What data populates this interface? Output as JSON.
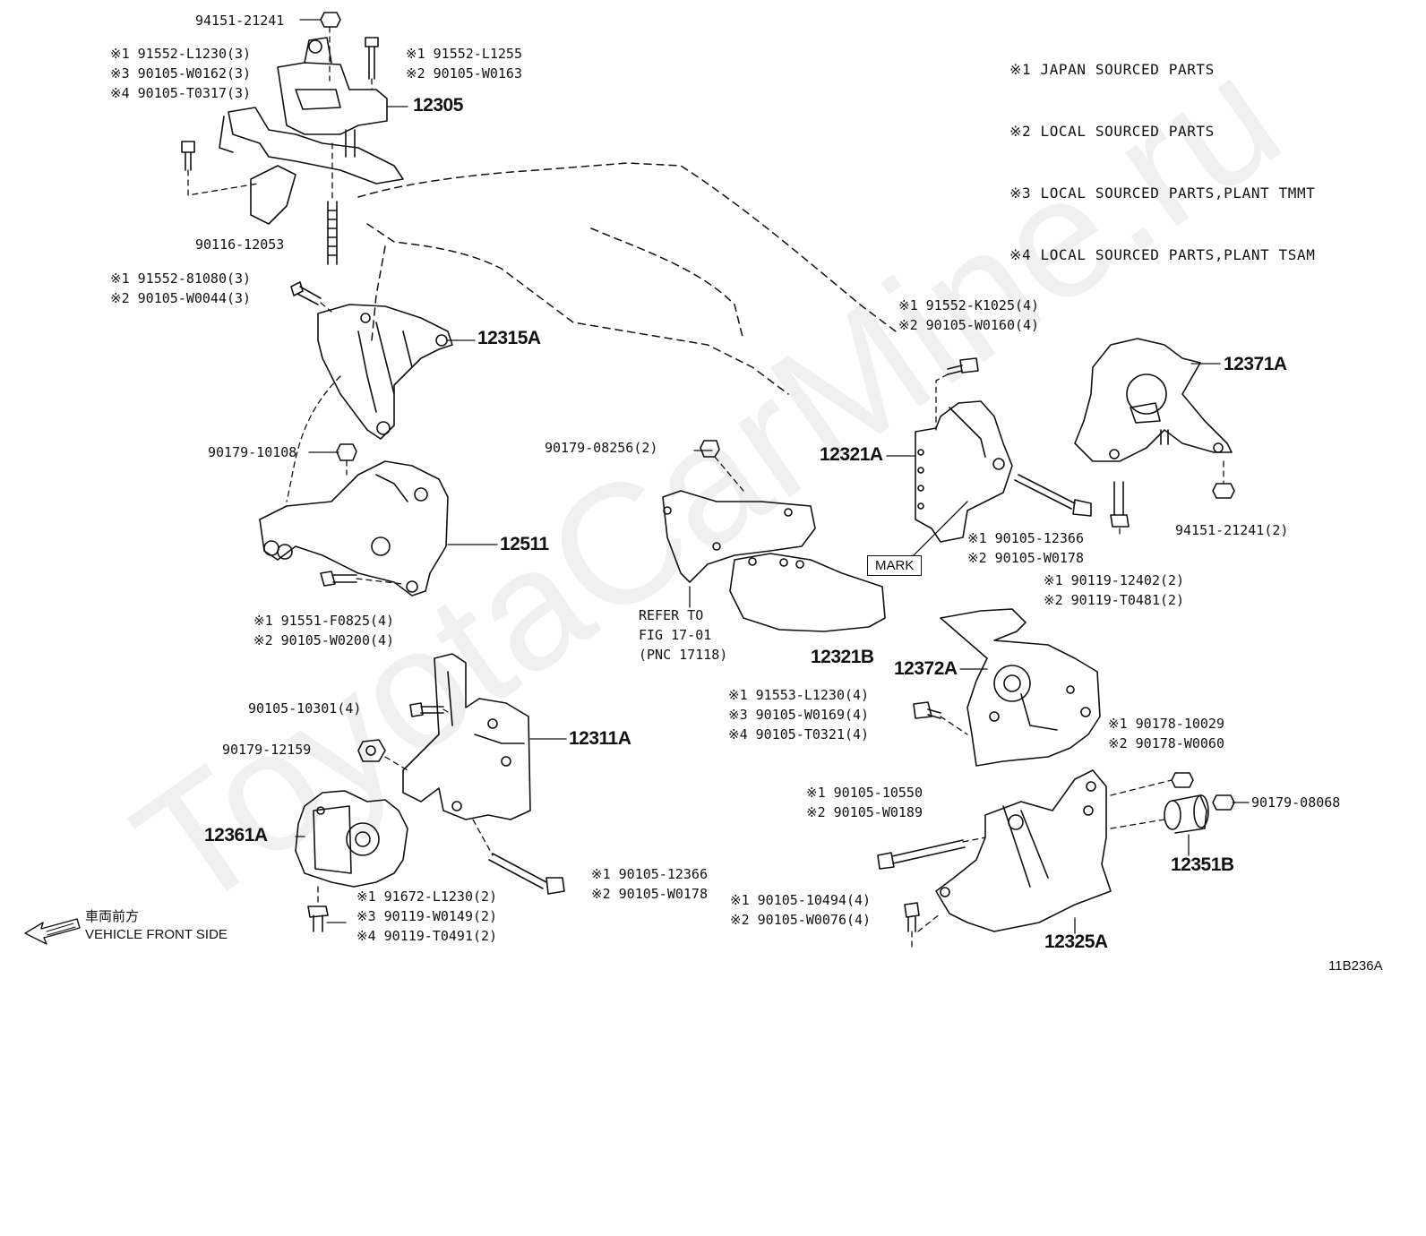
{
  "watermark": "ToyotaCarMine.ru",
  "legend": [
    "※1 JAPAN SOURCED PARTS",
    "※2 LOCAL SOURCED PARTS",
    "※3 LOCAL SOURCED PARTS,PLANT TMMT",
    "※4 LOCAL SOURCED PARTS,PLANT TSAM"
  ],
  "labels": {
    "l1": "94151-21241",
    "l2": "※1 91552-L1230(3)\n※3 90105-W0162(3)\n※4 90105-T0317(3)",
    "l3": "※1 91552-L1255\n※2 90105-W0163",
    "l4": "90116-12053",
    "l5": "※1 91552-81080(3)\n※2 90105-W0044(3)",
    "l6": "90179-10108",
    "l7": "※1 91551-F0825(4)\n※2 90105-W0200(4)",
    "l8": "90105-10301(4)",
    "l9": "90179-12159",
    "l10": "※1 91672-L1230(2)\n※3 90119-W0149(2)\n※4 90119-T0491(2)",
    "l11": "※1 90105-12366\n※2 90105-W0178",
    "l12": "90179-08256(2)",
    "l13": "REFER TO\nFIG 17-01\n(PNC 17118)",
    "l14": "※1 91552-K1025(4)\n※2 90105-W0160(4)",
    "l15": "※1 90105-12366\n※2 90105-W0178",
    "l16": "※1 90119-12402(2)\n※2 90119-T0481(2)",
    "l17": "94151-21241(2)",
    "l18": "※1 91553-L1230(4)\n※3 90105-W0169(4)\n※4 90105-T0321(4)",
    "l19": "※1 90178-10029\n※2 90178-W0060",
    "l20": "90179-08068",
    "l21": "※1 90105-10550\n※2 90105-W0189",
    "l22": "※1 90105-10494(4)\n※2 90105-W0076(4)"
  },
  "parts": {
    "p12305": "12305",
    "p12315A": "12315A",
    "p12511": "12511",
    "p12311A": "12311A",
    "p12361A": "12361A",
    "p12321A": "12321A",
    "p12321B": "12321B",
    "p12371A": "12371A",
    "p12372A": "12372A",
    "p12351B": "12351B",
    "p12325A": "12325A"
  },
  "mark": "MARK",
  "front_side": {
    "jp": "車両前方",
    "en": "VEHICLE FRONT SIDE"
  },
  "figure_code": "11B236A"
}
